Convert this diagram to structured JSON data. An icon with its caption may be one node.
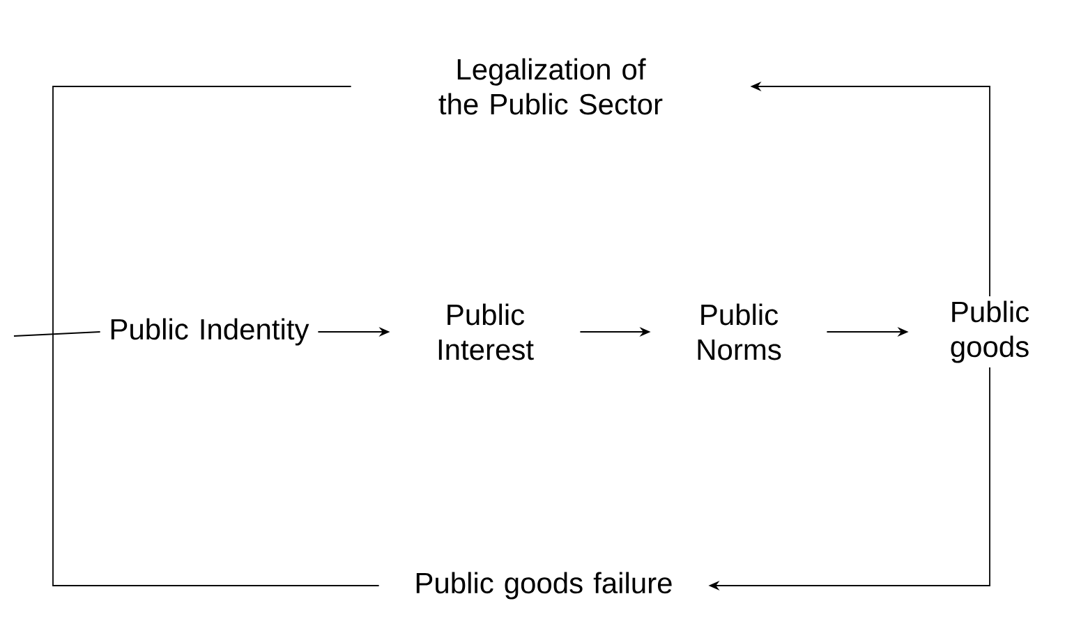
{
  "diagram": {
    "nodes": [
      {
        "text": [
          "Legalization of the Public Sector"
        ]
      },
      {
        "text": [
          "Public Indentity"
        ]
      },
      {
        "text": [
          "Public Interest"
        ]
      },
      {
        "text": [
          "Public Norms"
        ]
      },
      {
        "text": [
          "Public goods"
        ]
      },
      {
        "text": [
          "Public goods failure"
        ]
      }
    ],
    "edges": [
      {
        "from": 1,
        "to": 2,
        "arrow": "to"
      },
      {
        "from": 2,
        "to": 3,
        "arrow": "to"
      },
      {
        "from": 3,
        "to": 4,
        "arrow": "to"
      },
      {
        "from": 4,
        "to": 0,
        "arrow": "to"
      },
      {
        "from": 4,
        "to": 5,
        "arrow": "to"
      },
      {
        "from": 0,
        "to": 5,
        "arrow": "none"
      },
      {
        "from": null,
        "to": 1,
        "arrow": "none"
      }
    ]
  }
}
